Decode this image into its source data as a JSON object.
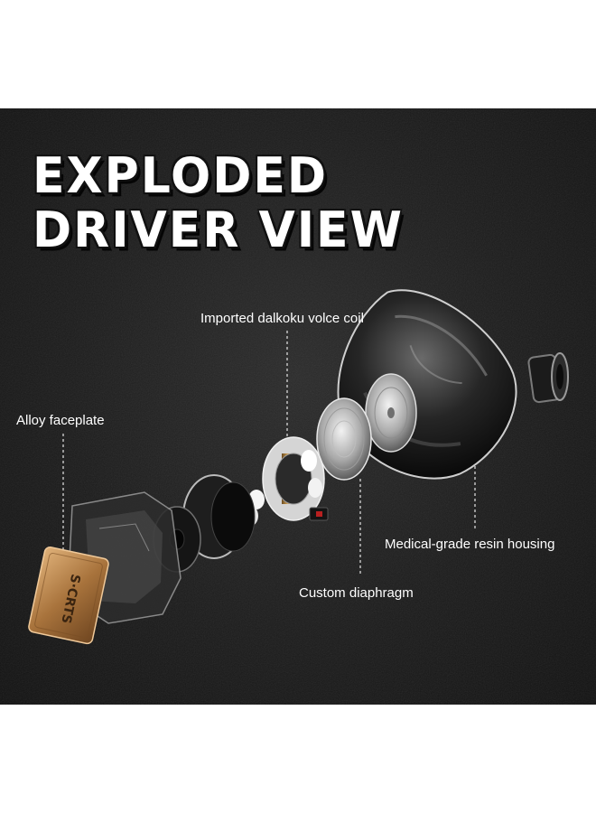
{
  "headline": {
    "line1": "EXPLODED",
    "line2": "DRIVER VIEW"
  },
  "callouts": {
    "voice_coil": "Imported dalkoku volce coil",
    "faceplate": "Alloy faceplate",
    "housing": "Medical-grade resin housing",
    "diaphragm": "Custom diaphragm"
  },
  "faceplate_logo": "S·CRTS",
  "colors": {
    "background": "#1b1b1b",
    "text": "#ffffff",
    "faceplate_gold": "#b8844a",
    "metal": "#b9b9b9"
  }
}
